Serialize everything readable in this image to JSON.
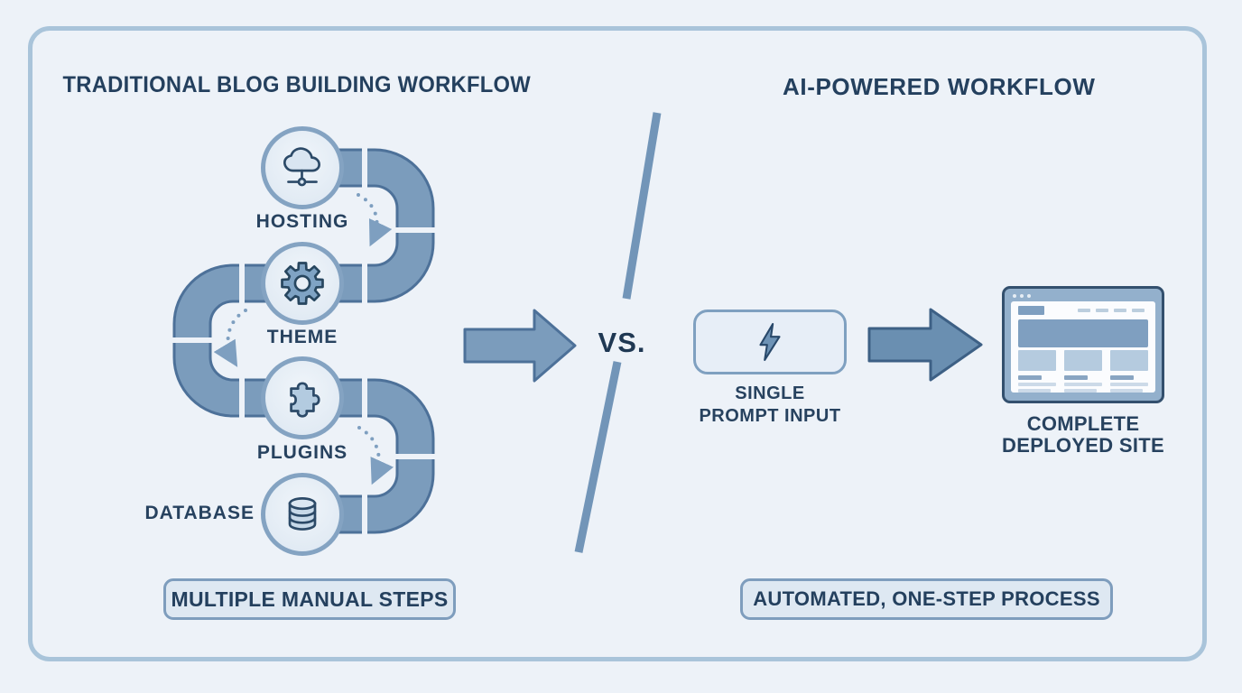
{
  "diagram": {
    "background_color": "#edf2f8",
    "panel_border_color": "#a9c4da",
    "left": {
      "title": "TRADITIONAL BLOG BUILDING WORKFLOW",
      "steps": [
        {
          "label": "HOSTING",
          "icon": "cloud-network-icon"
        },
        {
          "label": "THEME",
          "icon": "gear-icon"
        },
        {
          "label": "PLUGINS",
          "icon": "puzzle-piece-icon"
        },
        {
          "label": "DATABASE",
          "icon": "database-cylinder-icon"
        }
      ],
      "badge": "MULTIPLE MANUAL STEPS"
    },
    "center": {
      "vs": "VS."
    },
    "right": {
      "title": "AI-POWERED WORKFLOW",
      "prompt": {
        "icon": "lightning-bolt-icon",
        "line1": "SINGLE",
        "line2": "PROMPT INPUT"
      },
      "result": {
        "icon": "browser-window-mockup",
        "line1": "COMPLETE",
        "line2": "DEPLOYED SITE"
      },
      "badge": "AUTOMATED, ONE-STEP PROCESS"
    },
    "colors": {
      "pipe_fill": "#7b9cbc",
      "pipe_outline": "#4d7199",
      "dotted_arrow": "#7e9fc0",
      "text_dark": "#24405e",
      "badge_fill": "#dee8f2",
      "badge_border": "#7e9dbd",
      "comparison_arrow_fill": "#7b9cbc",
      "ai_arrow_fill": "#6a8fb1",
      "browser_frame_fill": "#93b0cc",
      "browser_border": "#33506e"
    }
  }
}
